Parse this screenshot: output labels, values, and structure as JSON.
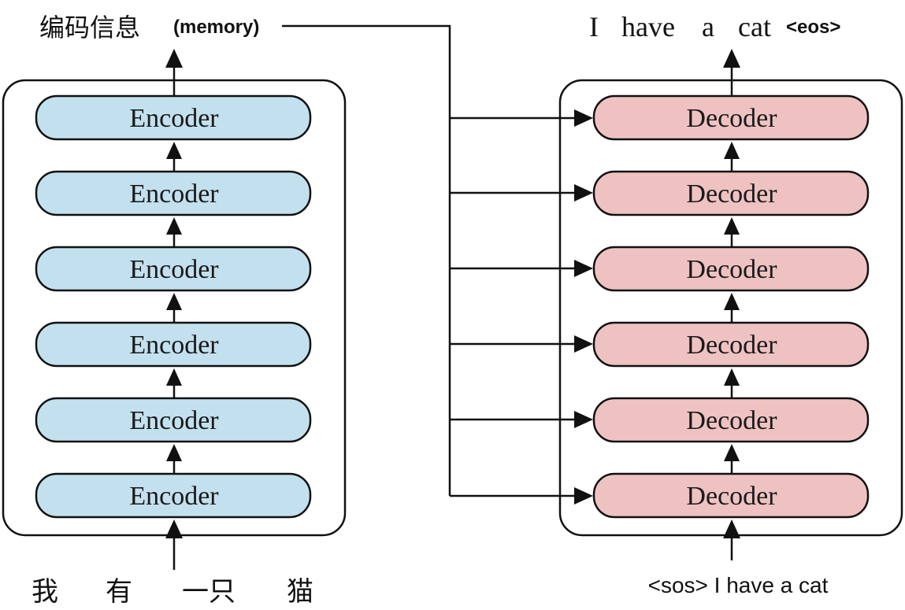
{
  "memory_label": {
    "chinese": "编码信息",
    "english": "(memory)"
  },
  "output_label": {
    "words": [
      "I",
      "have",
      "a",
      "cat"
    ],
    "eos": "<eos>"
  },
  "input_label": {
    "chars": [
      "我",
      "有",
      "一只",
      "猫"
    ]
  },
  "decoder_input_label": "<sos> I have a cat",
  "encoder_stack": {
    "blocks": [
      "Encoder",
      "Encoder",
      "Encoder",
      "Encoder",
      "Encoder",
      "Encoder"
    ],
    "fill_color": "#c3e0ee"
  },
  "decoder_stack": {
    "blocks": [
      "Decoder",
      "Decoder",
      "Decoder",
      "Decoder",
      "Decoder",
      "Decoder"
    ],
    "fill_color": "#efc2c2"
  }
}
